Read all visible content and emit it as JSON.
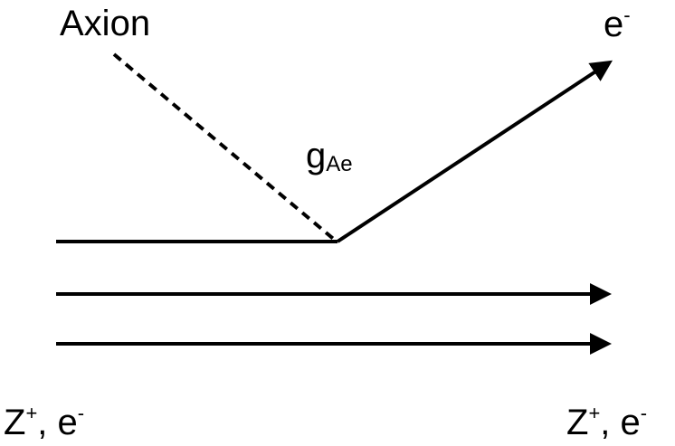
{
  "labels": {
    "axion": "Axion",
    "electron_out": {
      "base": "e",
      "sup": "-"
    },
    "coupling": {
      "base": "g",
      "sub": "Ae"
    },
    "left_bottom": {
      "z": "Z",
      "z_sup": "+",
      "sep": ", e",
      "e_sup": "-"
    },
    "right_bottom": {
      "z": "Z",
      "z_sup": "+",
      "sep": ", e",
      "e_sup": "-"
    }
  },
  "colors": {
    "ink": "#000000",
    "background": "#ffffff"
  }
}
